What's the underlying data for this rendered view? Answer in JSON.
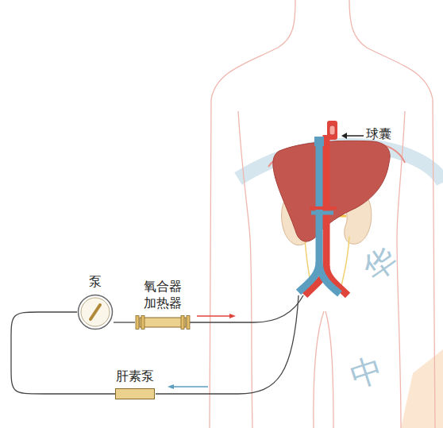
{
  "diagram": {
    "nodes": [
      {
        "text": [
          "泵"
        ]
      },
      {
        "text": [
          "氧合器 加热器"
        ]
      },
      {
        "text": [
          "肝素泵"
        ]
      }
    ],
    "edges": [
      {
        "from": 0,
        "to": 1,
        "arrow": "none"
      },
      {
        "from": 2,
        "to": 0,
        "arrow": "none"
      }
    ],
    "labels": [
      "球囊",
      "中",
      "华"
    ]
  }
}
